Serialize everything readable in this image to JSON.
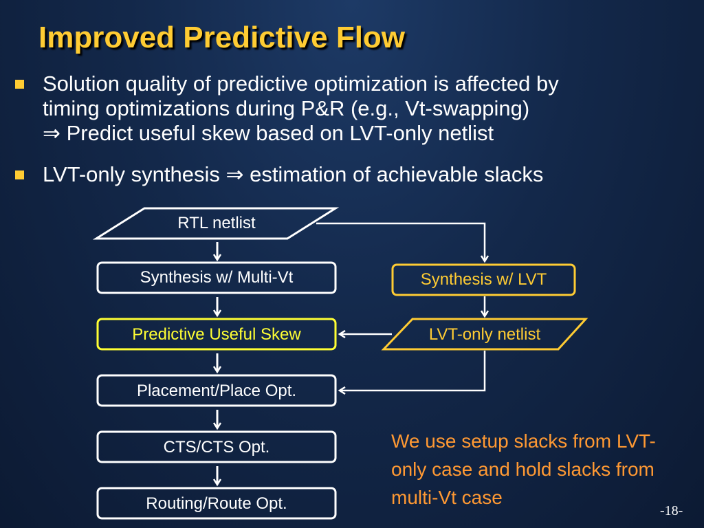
{
  "title": "Improved Predictive Flow",
  "bullets": [
    {
      "lines": [
        "Solution quality of predictive optimization is affected by",
        "timing optimizations during P&R (e.g., Vt-swapping)"
      ],
      "implies_symbol": "⇒",
      "implies_text": " Predict useful skew based on LVT-only netlist"
    },
    {
      "before": "LVT-only synthesis ",
      "symbol": "⇒",
      "after": " estimation of achievable slacks"
    }
  ],
  "flow": {
    "rtl_netlist": "RTL netlist",
    "synthesis_multi_vt": "Synthesis w/ Multi-Vt",
    "predictive_useful_skew": "Predictive Useful Skew",
    "placement": "Placement/Place Opt.",
    "cts": "CTS/CTS Opt.",
    "routing": "Routing/Route Opt.",
    "synthesis_lvt": "Synthesis w/ LVT",
    "lvt_only_netlist": "LVT-only netlist"
  },
  "note": "We use setup slacks from LVT-only case and hold slacks from multi-Vt case",
  "page_number": "-18-",
  "colors": {
    "title": "#ffcc33",
    "bullet_marker": "#ffcc33",
    "highlight_yellow": "#ffff33",
    "highlight_orange": "#ffcc33",
    "note_text": "#ff9933"
  }
}
